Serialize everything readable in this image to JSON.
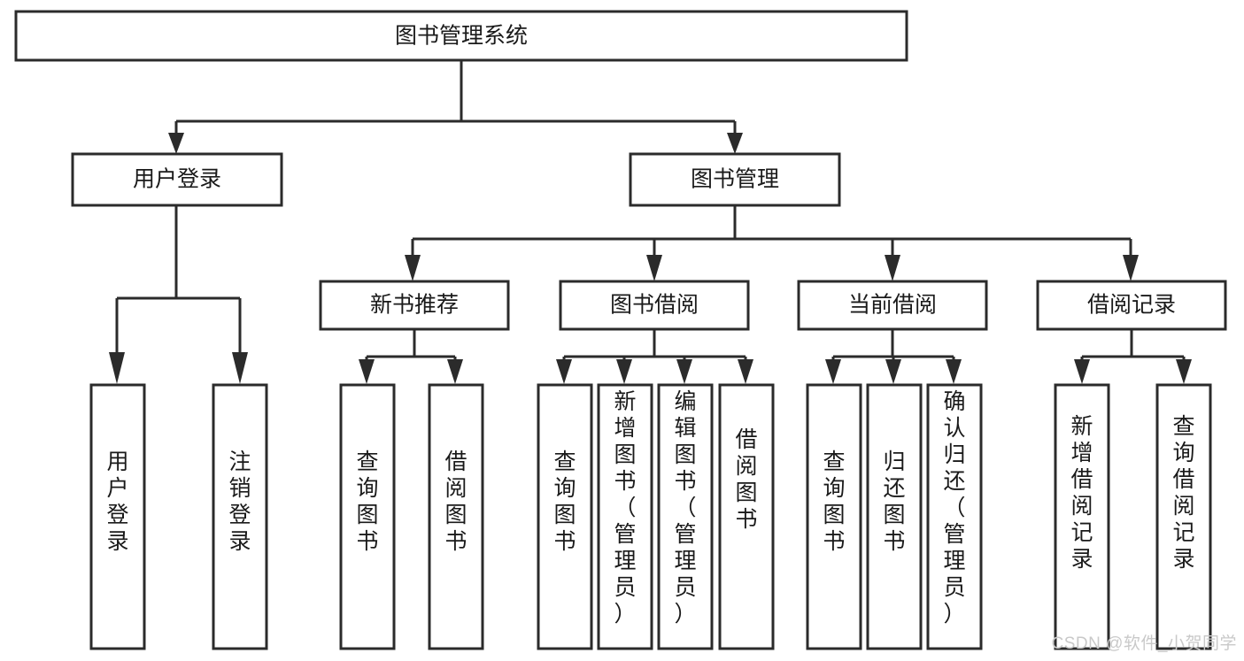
{
  "diagram": {
    "type": "tree-hierarchy",
    "orientation": "top-down",
    "background_color": "#ffffff",
    "border_color": "#2b2b2b",
    "text_color": "#1a1a1a",
    "watermark": "CSDN @软件_小贺同学",
    "watermark_color": "#c9c9c9",
    "root": {
      "label": "图书管理系统"
    },
    "level2": [
      {
        "label": "用户登录"
      },
      {
        "label": "图书管理"
      }
    ],
    "level3": [
      {
        "label": "新书推荐"
      },
      {
        "label": "图书借阅"
      },
      {
        "label": "当前借阅"
      },
      {
        "label": "借阅记录"
      }
    ],
    "leaves_user_login": [
      {
        "label": "用户登录"
      },
      {
        "label": "注销登录"
      }
    ],
    "leaves_new_book": [
      {
        "label": "查询图书"
      },
      {
        "label": "借阅图书"
      }
    ],
    "leaves_borrow": [
      {
        "label": "查询图书"
      },
      {
        "label": "新增图书（管理员）"
      },
      {
        "label": "编辑图书（管理员）"
      },
      {
        "label": "借阅图书"
      }
    ],
    "leaves_current": [
      {
        "label": "查询图书"
      },
      {
        "label": "归还图书"
      },
      {
        "label": "确认归还（管理员）"
      }
    ],
    "leaves_record": [
      {
        "label": "新增借阅记录"
      },
      {
        "label": "查询借阅记录"
      }
    ]
  }
}
